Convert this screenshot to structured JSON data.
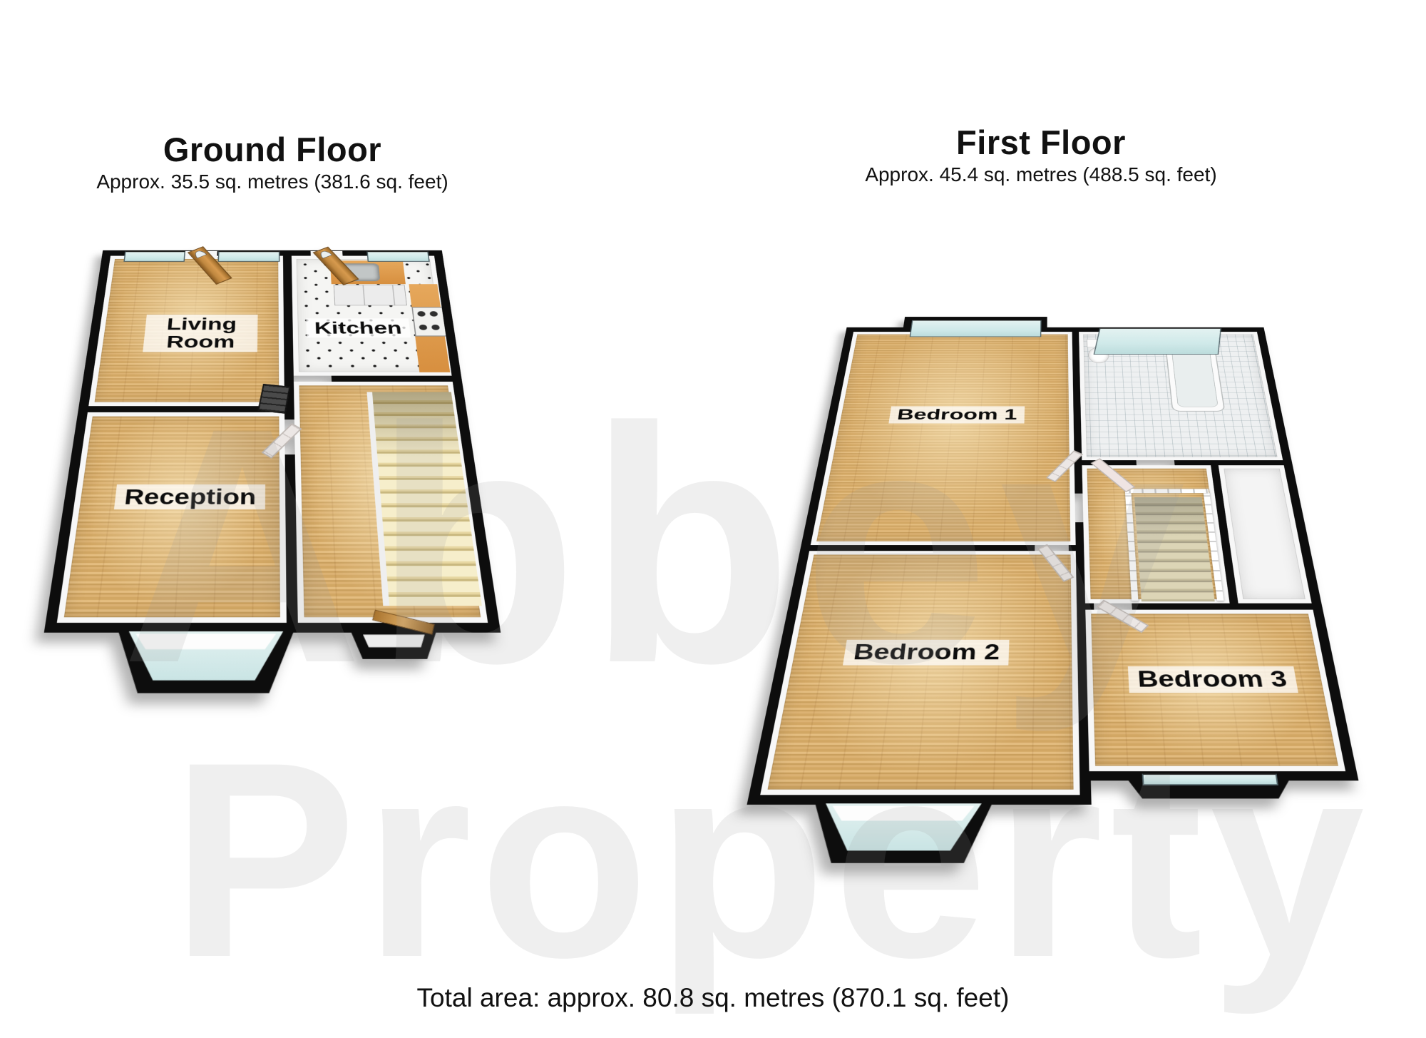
{
  "watermark": {
    "line1": "Abbey",
    "line2": "Property",
    "color": "#9b9b9b"
  },
  "ground_floor": {
    "title": "Ground Floor",
    "subtitle": "Approx. 35.5 sq. metres (381.6 sq. feet)",
    "rooms": {
      "living_room": "Living Room",
      "kitchen": "Kitchen",
      "reception": "Reception"
    }
  },
  "first_floor": {
    "title": "First Floor",
    "subtitle": "Approx. 45.4 sq. metres (488.5 sq. feet)",
    "rooms": {
      "bedroom_1": "Bedroom 1",
      "bedroom_2": "Bedroom 2",
      "bedroom_3": "Bedroom 3"
    }
  },
  "footer": {
    "total_area": "Total area: approx. 80.8 sq. metres (870.1 sq. feet)"
  },
  "colors": {
    "wall": "#0d0d0d",
    "window_glass": "#cfe9e9",
    "wood_floor": "#d6ab68",
    "kitchen_tile": "#f5f5f3",
    "stair_ground": "#efe3b4",
    "stair_carpet": "#d9d2b2",
    "door_wood": "#c08840",
    "door_white": "#ece7e5",
    "counter": "#d78f3f"
  }
}
